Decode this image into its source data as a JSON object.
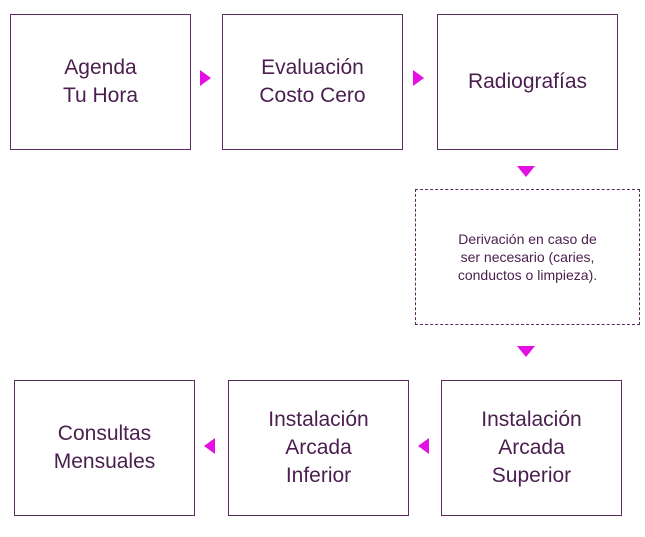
{
  "steps": {
    "step1": "Agenda\nTu Hora",
    "step2": "Evaluación\nCosto Cero",
    "step3": "Radiografías",
    "note": "Derivación en caso de\nser necesario (caries,\nconductos o limpieza).",
    "step4": "Instalación\nArcada\nSuperior",
    "step5": "Instalación\nArcada\nInferior",
    "step6": "Consultas\nMensuales"
  },
  "colors": {
    "border": "#5b2a5e",
    "text": "#4a1e4e",
    "arrow": "#e30fe3"
  }
}
